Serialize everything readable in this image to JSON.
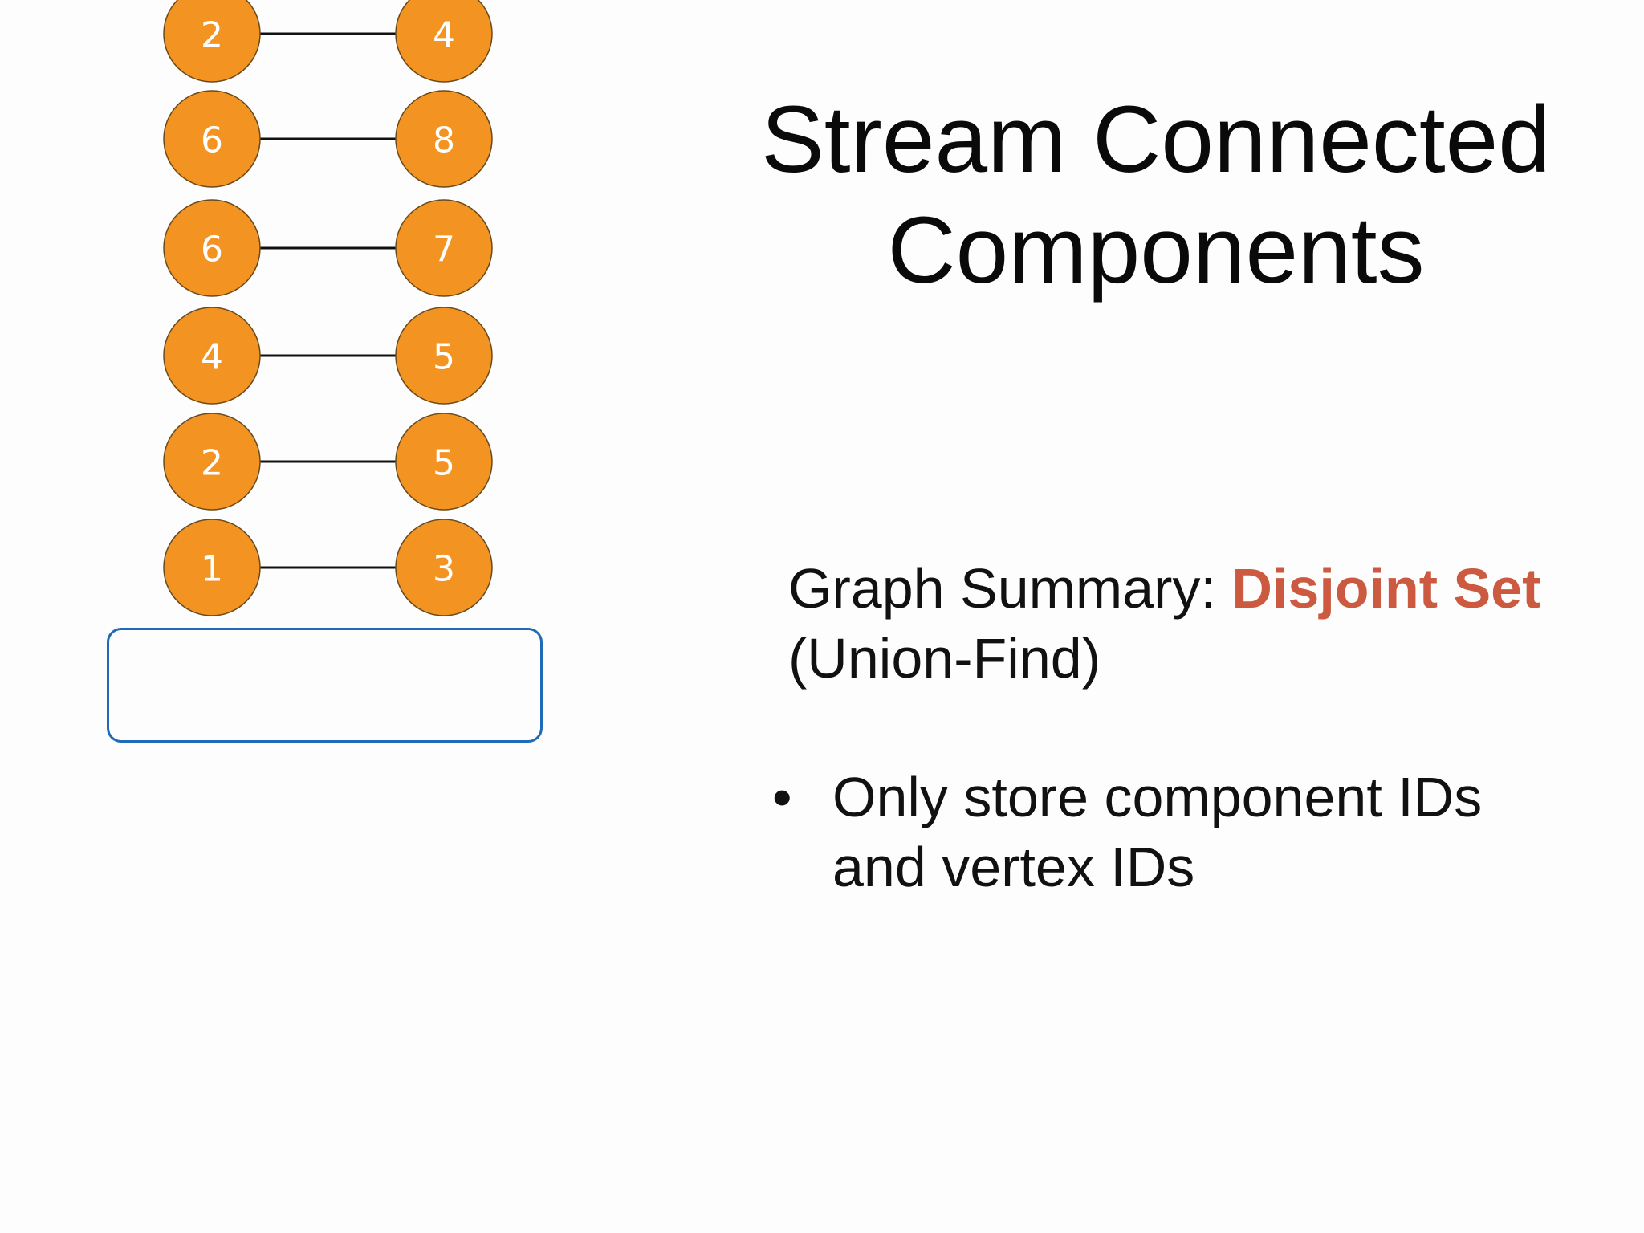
{
  "slide": {
    "title_line1": "Stream Connected",
    "title_line2": "Components",
    "summary": {
      "prefix": "Graph Summary: ",
      "highlight": "Disjoint Set",
      "suffix": " (Union-Find)"
    },
    "bullets": [
      {
        "marker": "•",
        "text": "Only store component IDs and vertex IDs"
      }
    ]
  },
  "edge_stream": [
    {
      "from": "2",
      "to": "4"
    },
    {
      "from": "6",
      "to": "8"
    },
    {
      "from": "6",
      "to": "7"
    },
    {
      "from": "4",
      "to": "5"
    },
    {
      "from": "2",
      "to": "5"
    },
    {
      "from": "1",
      "to": "3"
    }
  ],
  "colors": {
    "node_fill": "#f39322",
    "node_stroke": "#6b4a1a",
    "edge": "#111111",
    "summary_box_border": "#1f6bb8",
    "highlight_text": "#cc5a40",
    "text": "#111111",
    "background": "#fdfdfd"
  }
}
